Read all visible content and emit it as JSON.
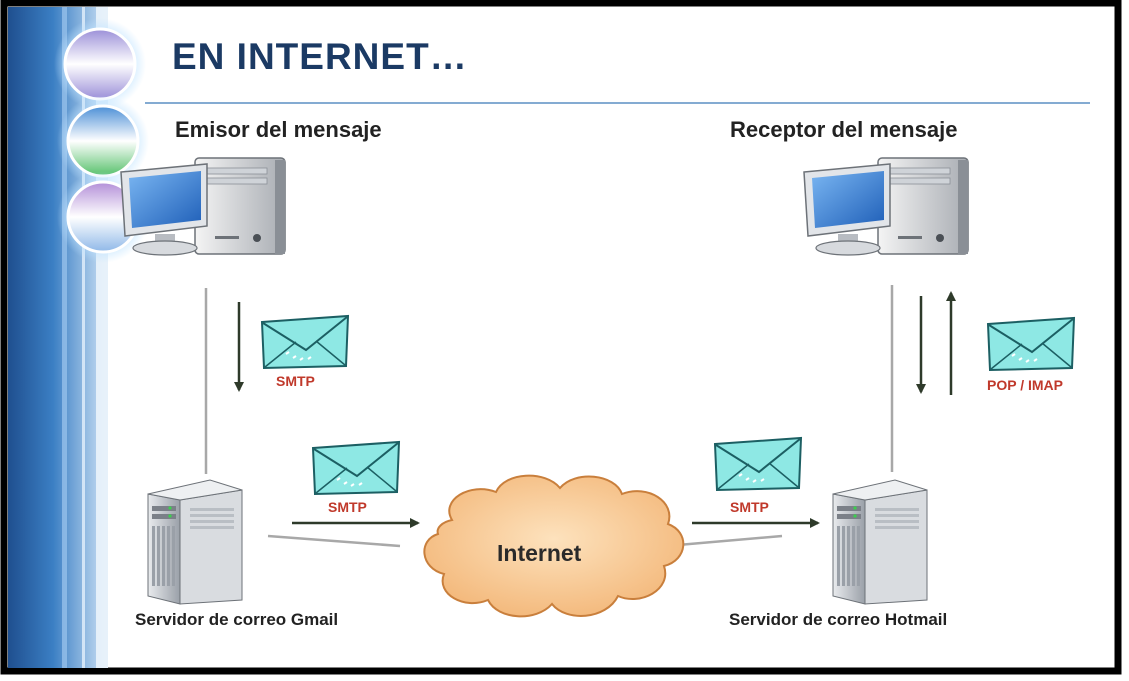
{
  "slide": {
    "title": "EN INTERNET…"
  },
  "sender": {
    "heading": "Emisor del mensaje",
    "server_label": "Servidor de correo Gmail",
    "protocol_down": "SMTP",
    "protocol_to_internet": "SMTP"
  },
  "receiver": {
    "heading": "Receptor del mensaje",
    "server_label": "Servidor de correo Hotmail",
    "protocol_from_internet": "SMTP",
    "protocol_retrieve": "POP / IMAP"
  },
  "network": {
    "label": "Internet"
  },
  "icons": [
    "computer-icon",
    "server-icon",
    "envelope-icon",
    "cloud-icon",
    "arrow-icon"
  ],
  "colors": {
    "title": "#1b3a64",
    "protocol": "#c0392b",
    "sidebar": "#2f6db0",
    "cloud": "#f6c28a",
    "envelope": "#7ee3e0"
  }
}
